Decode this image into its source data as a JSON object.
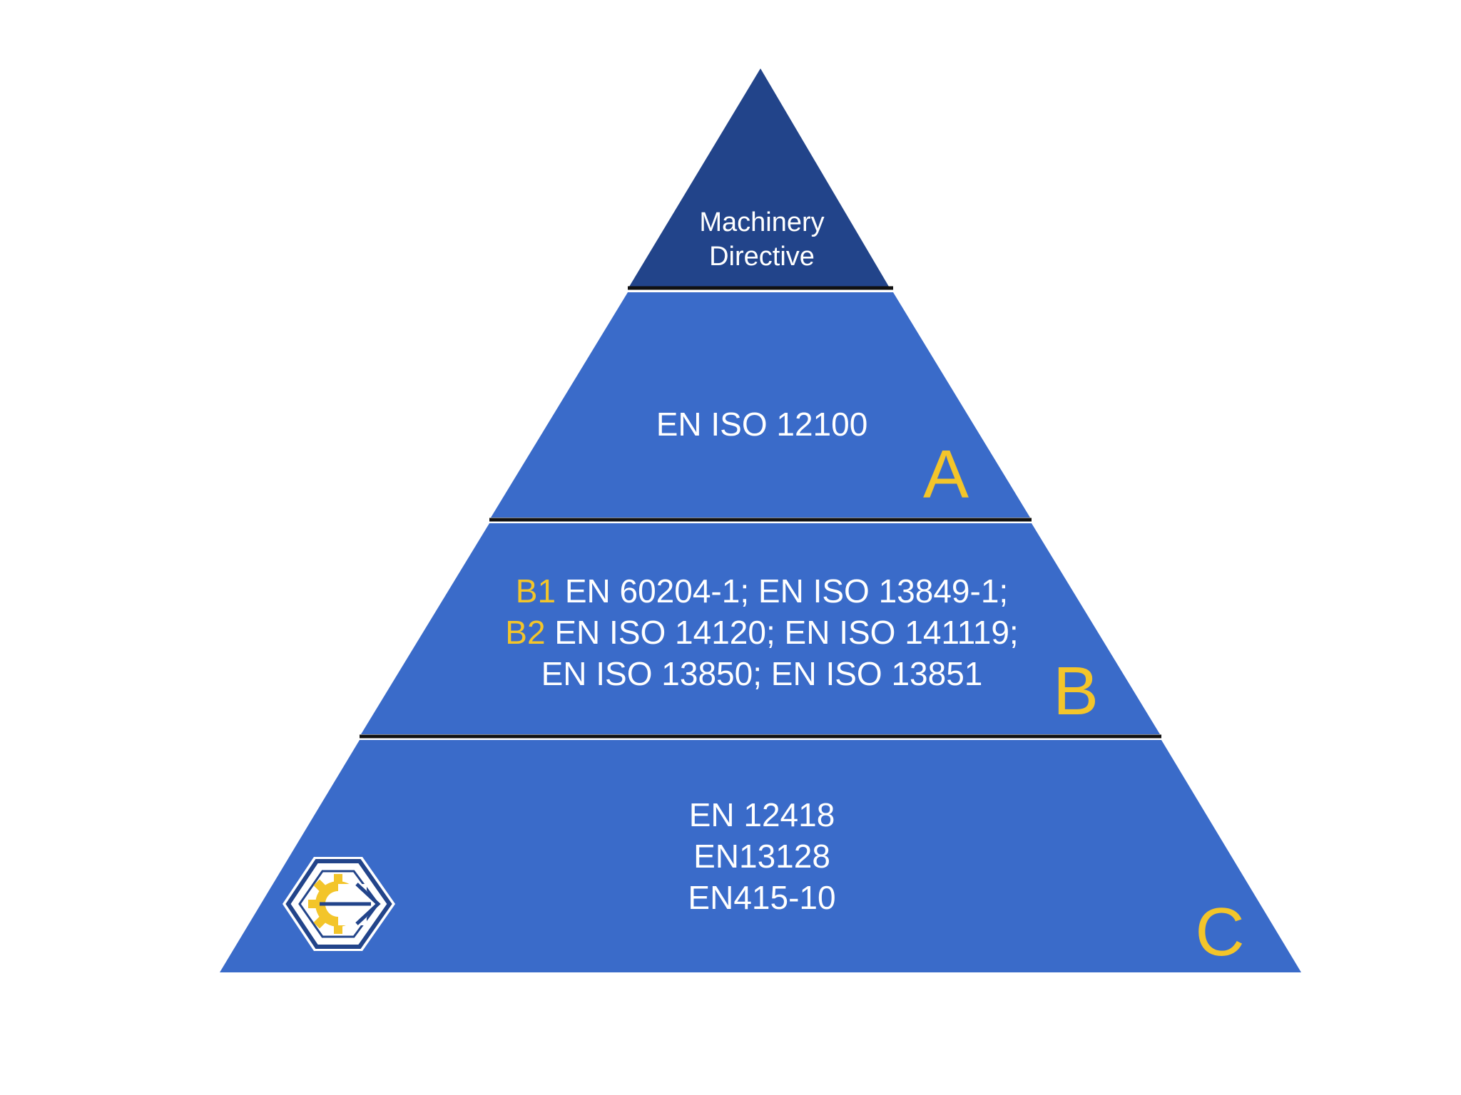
{
  "colors": {
    "top_fill": "#22448a",
    "tier_fill": "#3a6bc9",
    "accent": "#f3c52a",
    "text": "#ffffff",
    "separator": "#111111"
  },
  "pyramid": {
    "top": {
      "lines": [
        "Machinery",
        "Directive"
      ]
    },
    "tier_a": {
      "letter": "A",
      "lines": [
        "EN ISO 12100"
      ]
    },
    "tier_b": {
      "letter": "B",
      "line1_prefix": "B1",
      "line1_text": " EN 60204-1;  EN ISO 13849-1;",
      "line2_prefix": "B2",
      "line2_text": " EN ISO 14120; EN ISO 141119;",
      "line3_text": "EN ISO 13850; EN ISO 13851"
    },
    "tier_c": {
      "letter": "C",
      "lines": [
        "EN 12418",
        "EN13128",
        "EN415-10"
      ]
    }
  },
  "logo": {
    "icon": "hexagon-gear-arrow-logo"
  }
}
